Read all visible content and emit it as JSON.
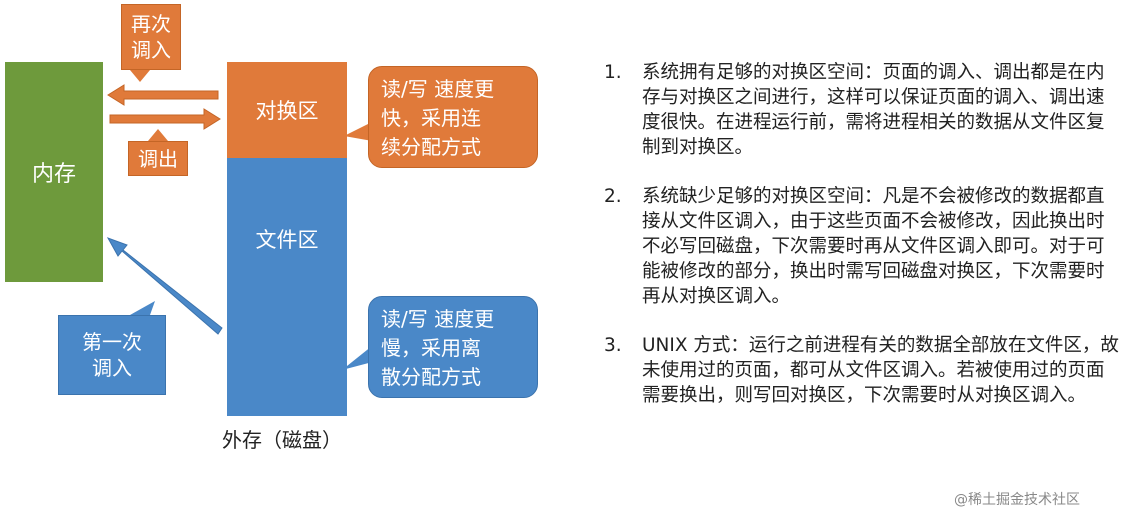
{
  "memory_label": "内存",
  "swap_label": "对换区",
  "file_label": "文件区",
  "external_label": "外存（磁盘）",
  "label_re_in": "再次\n调入",
  "label_out": "调出",
  "label_first_in": "第一次\n调入",
  "callout_swap": "读/写 速度更\n快，采用连\n续分配方式",
  "callout_file": "读/写 速度更\n慢，采用离\n散分配方式",
  "points": [
    {
      "num": "1.",
      "text": "系统拥有足够的对换区空间：页面的调入、调出都是在内存与对换区之间进行，这样可以保证页面的调入、调出速度很快。在进程运行前，需将进程相关的数据从文件区复制到对换区。"
    },
    {
      "num": "2.",
      "text": "系统缺少足够的对换区空间：凡是不会被修改的数据都直接从文件区调入，由于这些页面不会被修改，因此换出时不必写回磁盘，下次需要时再从文件区调入即可。对于可能被修改的部分，换出时需写回磁盘对换区，下次需要时再从对换区调入。"
    },
    {
      "num": "3.",
      "text": "UNIX 方式：运行之前进程有关的数据全部放在文件区，故未使用过的页面，都可从文件区调入。若被使用过的页面需要换出，则写回对换区，下次需要时从对换区调入。"
    }
  ],
  "watermark": "@稀土掘金技术社区",
  "colors": {
    "memory": "#6e9a3c",
    "swap": "#e07a3a",
    "file": "#4a88c8"
  }
}
